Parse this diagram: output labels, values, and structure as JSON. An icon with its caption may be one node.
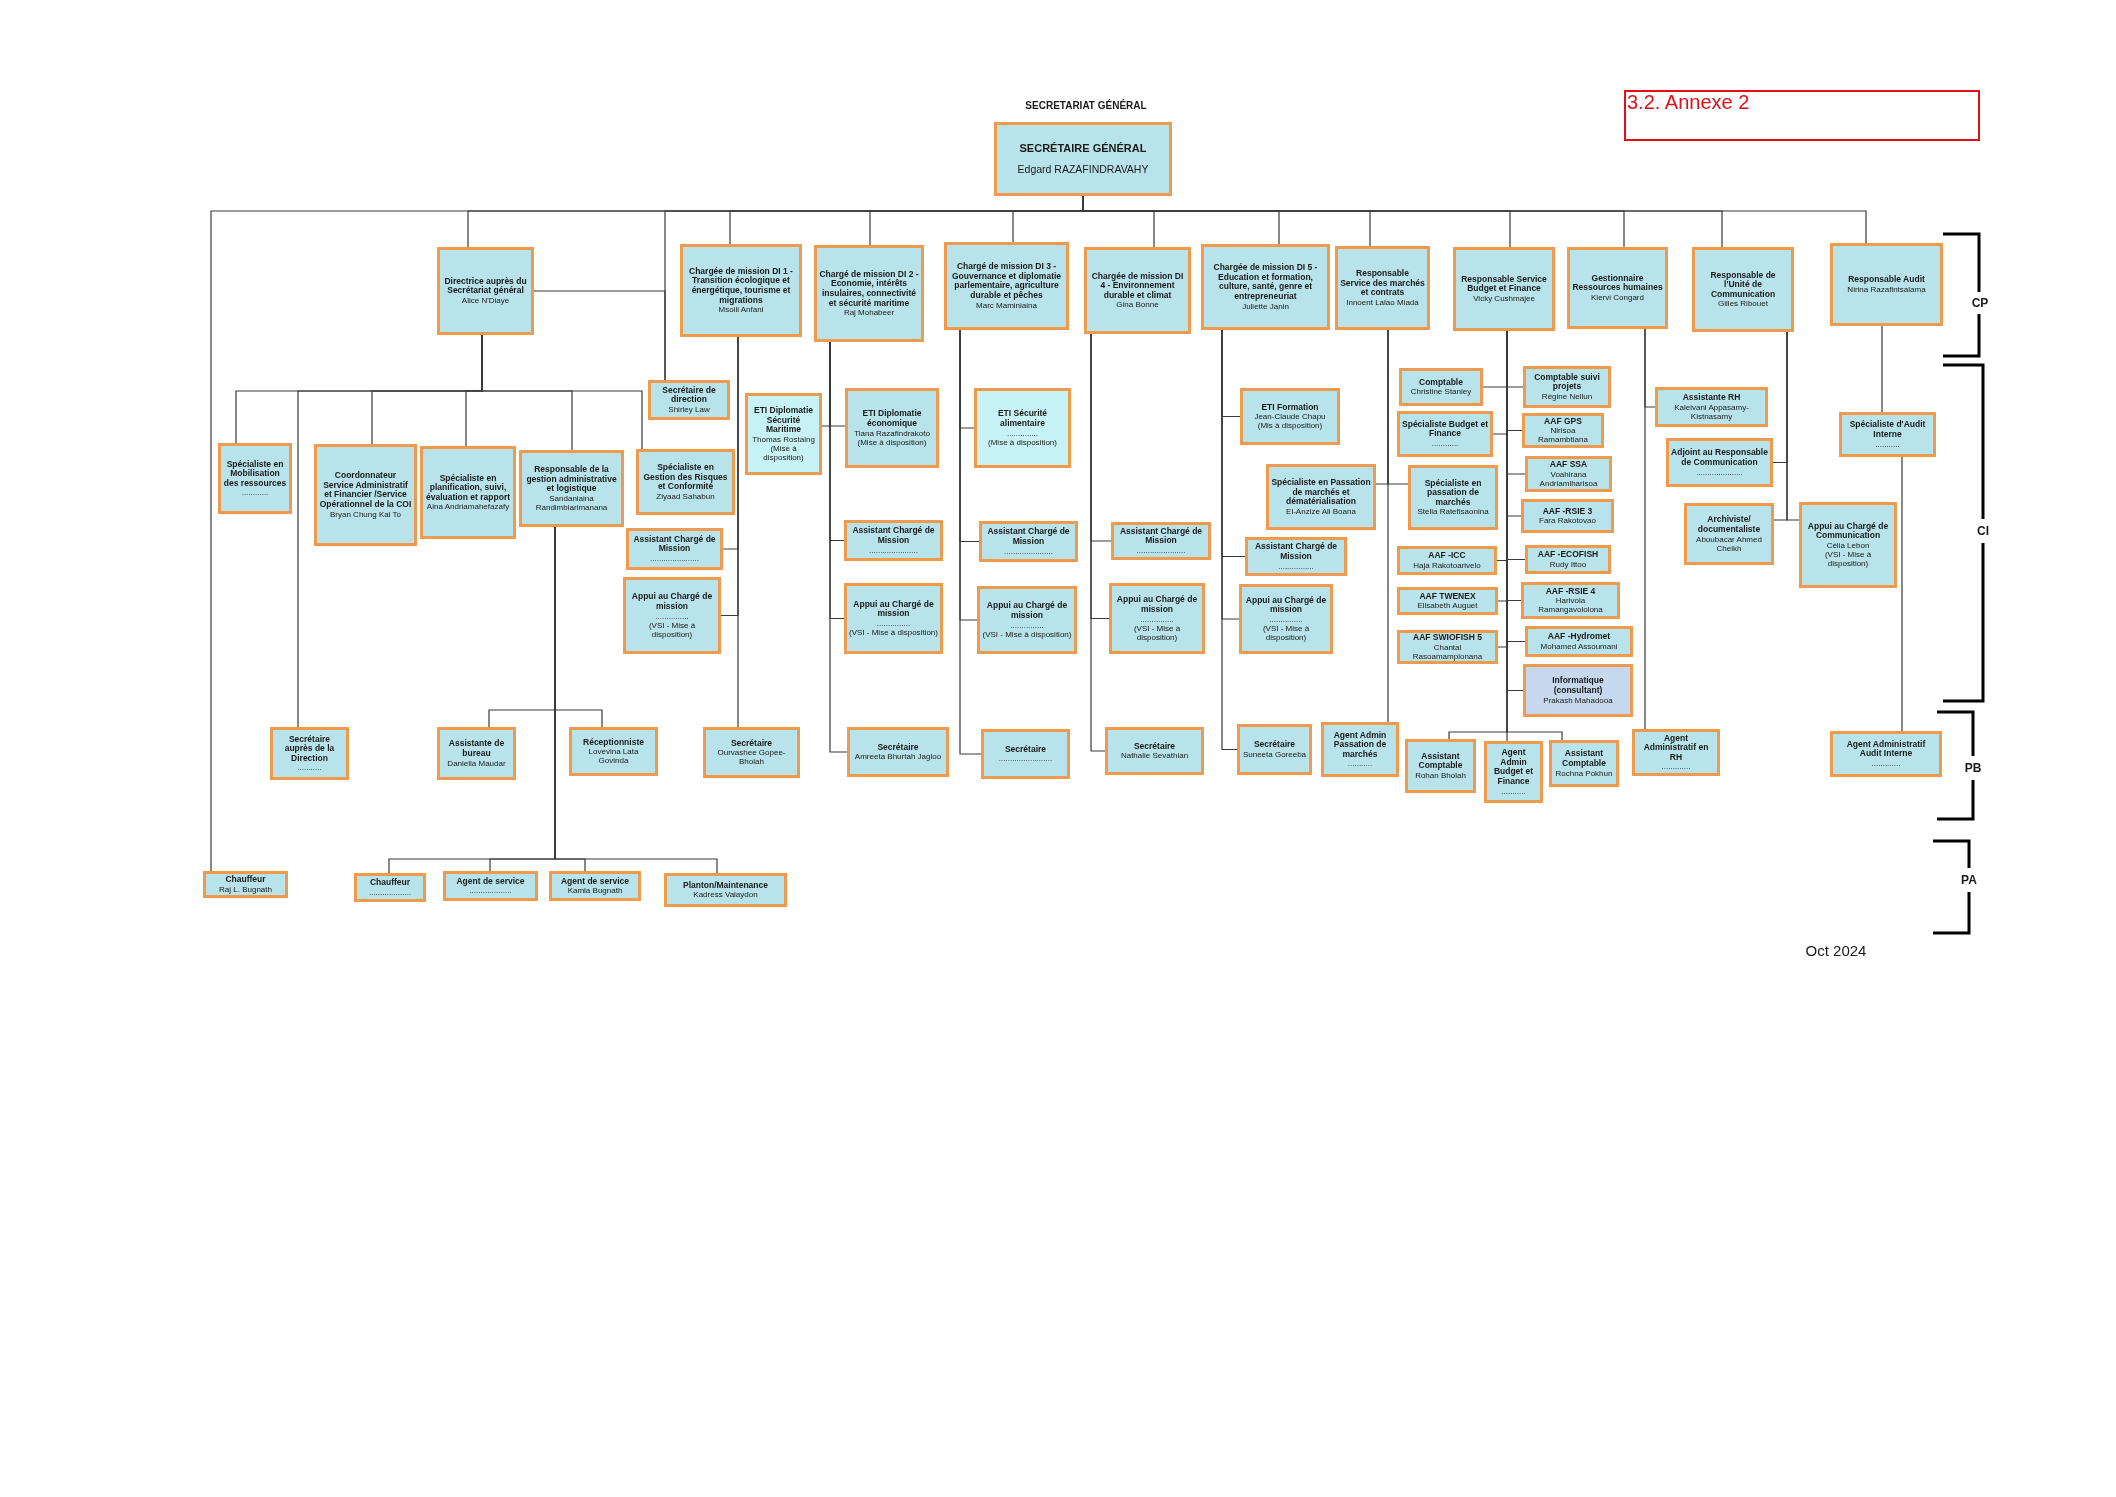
{
  "diagram": {
    "title": "SECRETARIAT GÉNÉRAL",
    "nodes": [
      {
        "text": [
          "3.2. Annexe 2"
        ]
      },
      {
        "text": [
          "SECRÉTAIRE GÉNÉRAL",
          "Edgard RAZAFINDRAVAHY"
        ]
      },
      {
        "text": [
          "Directrice auprès du Secrétariat général",
          "Alice N'Diaye"
        ]
      },
      {
        "text": [
          "Chargée de mission DI 1 -Transition écologique et énergétique, tourisme et migrations",
          "Msoili Anfani"
        ]
      },
      {
        "text": [
          "Chargé de mission DI 2 - Economie, intérêts insulaires, connectivité et sécurité maritime",
          "Raj Mohabeer"
        ]
      },
      {
        "text": [
          "Chargé de mission DI 3 - Gouvernance et diplomatie parlementaire, agriculture durable et pêches",
          "Marc Maminiaina"
        ]
      },
      {
        "text": [
          "Chargée de mission DI 4 - Environnement durable et climat",
          "Gina Bonne"
        ]
      },
      {
        "text": [
          "Chargée de mission DI 5 - Education et formation, culture, santé, genre et entrepreneuriat",
          "Juliette Janin"
        ]
      },
      {
        "text": [
          "Responsable Service des marchés et contrats",
          "Innoent Lalao Miada"
        ]
      },
      {
        "text": [
          "Responsable Service Budget et Finance",
          "Vicky Cushmajee"
        ]
      },
      {
        "text": [
          "Gestionnaire Ressources humaines",
          "Klervi Congard"
        ]
      },
      {
        "text": [
          "Responsable de l'Unité de Communication",
          "Gilles Ribouet"
        ]
      },
      {
        "text": [
          "Responsable Audit",
          "Nirina Razafintsalama"
        ]
      },
      {
        "text": [
          "Secrétaire de direction",
          "Shirley Law"
        ]
      },
      {
        "text": [
          "Spécialiste en Mobilisation des ressources",
          "............"
        ]
      },
      {
        "text": [
          "Coordonnateur Service Administratif et Financier /Service Opérationnel de la COI",
          "Bryan Chung Kai To"
        ]
      },
      {
        "text": [
          "Spécialiste en planification, suivi, évaluation et rapport",
          "Aina Andriamahefazafy"
        ]
      },
      {
        "text": [
          "Responsable de la gestion administrative et logistique",
          "Sandaniaina Randimbiarimanana"
        ]
      },
      {
        "text": [
          "Spécialiste en Gestion des Risques et Conformité",
          "Ziyaad Sahabun"
        ]
      },
      {
        "text": [
          "ETI Diplomatie Sécurité Maritime",
          "Thomas Rostaing",
          "(Mise à disposition)"
        ]
      },
      {
        "text": [
          "ETI Diplomatie économique",
          "Tiana Razafindrakoto",
          "(Mise à disposition)"
        ]
      },
      {
        "text": [
          "ETI Sécurité alimentaire",
          "..............",
          "(Mise à disposition)"
        ]
      },
      {
        "text": [
          "ETI Formation",
          "Jean-Claude Chapu",
          "(Mis à disposition)"
        ]
      },
      {
        "text": [
          "Spécialiste en Passation de marchés et dématérialisation",
          "El-Anzize Ali Boana"
        ]
      },
      {
        "text": [
          "Comptable",
          "Christine Stanley"
        ]
      },
      {
        "text": [
          "Comptable suivi projets",
          "Régine Nellun"
        ]
      },
      {
        "text": [
          "Spécialiste Budget et Finance",
          "............"
        ]
      },
      {
        "text": [
          "AAF GPS",
          "Nirisoa Ramambtiana"
        ]
      },
      {
        "text": [
          "Spécialiste en passation de marchés",
          "Stella Ratefisaonina"
        ]
      },
      {
        "text": [
          "AAF SSA",
          "Voahirana Andriamiharisoa"
        ]
      },
      {
        "text": [
          "AAF -RSIE 3",
          "Fara Rakotovao"
        ]
      },
      {
        "text": [
          "AAF -ICC",
          "Haja Rakotoarivelo"
        ]
      },
      {
        "text": [
          "AAF -ECOFISH",
          "Rudy Ittoo"
        ]
      },
      {
        "text": [
          "AAF TWENEX",
          "Elisabeth Auguet"
        ]
      },
      {
        "text": [
          "AAF -RSIE 4",
          "Harivola Ramangavololona"
        ]
      },
      {
        "text": [
          "AAF SWIOFISH 5",
          "Chantal Rasoamampionana"
        ]
      },
      {
        "text": [
          "AAF -Hydromet",
          "Mohamed Assoumani"
        ]
      },
      {
        "text": [
          "Informatique (consultant)",
          "Prakash Mahadooa"
        ]
      },
      {
        "text": [
          "Assistante RH",
          "Kaleivani Appasamy-Kistnasamy"
        ]
      },
      {
        "text": [
          "Adjoint au Responsable de Communication",
          "....................."
        ]
      },
      {
        "text": [
          "Spécialiste d'Audit Interne",
          "..........."
        ]
      },
      {
        "text": [
          "Archiviste/ documentaliste",
          "Aboubacar Ahmed Cheikh"
        ]
      },
      {
        "text": [
          "Appui au Chargé de Communication",
          "Célia Lebon",
          "(VSI - Mise à disposition)"
        ]
      },
      {
        "text": [
          "Assistant Chargé de Mission",
          "......................"
        ]
      },
      {
        "text": [
          "Assistant Chargé de Mission",
          "......................"
        ]
      },
      {
        "text": [
          "Assistant Chargé de Mission",
          "......................"
        ]
      },
      {
        "text": [
          "Assistant Chargé de Mission",
          "......................"
        ]
      },
      {
        "text": [
          "Assistant Chargé de Mission",
          "................"
        ]
      },
      {
        "text": [
          "Appui au Chargé de mission",
          "...............",
          "(VSI - Mise à disposition)"
        ]
      },
      {
        "text": [
          "Appui au Chargé de mission",
          "...............",
          "(VSI - Mise à disposition)"
        ]
      },
      {
        "text": [
          "Appui au Chargé de mission",
          "...............",
          "(VSI - Mise à disposition)"
        ]
      },
      {
        "text": [
          "Appui au Chargé de mission",
          "...............",
          "(VSI - Mise à disposition)"
        ]
      },
      {
        "text": [
          "Appui au Chargé de mission",
          "...............",
          "(VSI - Mise à disposition)"
        ]
      },
      {
        "text": [
          "Secrétaire auprès de la Direction",
          "..........."
        ]
      },
      {
        "text": [
          "Assistante de bureau",
          "Daniella Maudar"
        ]
      },
      {
        "text": [
          "Réceptionniste",
          "Lovevina Lata Govinda"
        ]
      },
      {
        "text": [
          "Secrétaire",
          "Ourvashee Gopee-Bholah"
        ]
      },
      {
        "text": [
          "Secrétaire",
          "Amreeta Bhurtah Jagloo"
        ]
      },
      {
        "text": [
          "Secrétaire",
          "........................"
        ]
      },
      {
        "text": [
          "Secrétaire",
          "Nathalie Sevathian"
        ]
      },
      {
        "text": [
          "Secrétaire",
          "Suneeta Goreeba"
        ]
      },
      {
        "text": [
          "Agent Admin Passation de marchés",
          "..........."
        ]
      },
      {
        "text": [
          "Assistant Comptable",
          "Rohan Bholah"
        ]
      },
      {
        "text": [
          "Agent Admin Budget et Finance",
          "..........."
        ]
      },
      {
        "text": [
          "Assistant Comptable",
          "Rochna Pokhun"
        ]
      },
      {
        "text": [
          "Agent Administratif en RH",
          "............."
        ]
      },
      {
        "text": [
          "Agent Administratif Audit Interne",
          "............."
        ]
      },
      {
        "text": [
          "Chauffeur",
          "Raj L. Bugnath"
        ]
      },
      {
        "text": [
          "Chauffeur",
          "..................."
        ]
      },
      {
        "text": [
          "Agent de service",
          "..................."
        ]
      },
      {
        "text": [
          "Agent de service",
          "Kamla Bugnath"
        ]
      },
      {
        "text": [
          "Planton/Maintenance",
          "Kadress Valaydon"
        ]
      }
    ],
    "edges": [
      {
        "from": 1,
        "to": 2,
        "arrow": "none"
      },
      {
        "from": 1,
        "to": 3,
        "arrow": "none"
      },
      {
        "from": 1,
        "to": 4,
        "arrow": "none"
      },
      {
        "from": 1,
        "to": 5,
        "arrow": "none"
      },
      {
        "from": 1,
        "to": 6,
        "arrow": "none"
      },
      {
        "from": 1,
        "to": 7,
        "arrow": "none"
      },
      {
        "from": 1,
        "to": 8,
        "arrow": "none"
      },
      {
        "from": 1,
        "to": 9,
        "arrow": "none"
      },
      {
        "from": 1,
        "to": 10,
        "arrow": "none"
      },
      {
        "from": 1,
        "to": 11,
        "arrow": "none"
      },
      {
        "from": 1,
        "to": 12,
        "arrow": "none"
      },
      {
        "from": 1,
        "to": 13,
        "arrow": "none"
      },
      {
        "from": 1,
        "to": 67,
        "arrow": "none"
      },
      {
        "from": 2,
        "to": 13,
        "arrow": "none"
      },
      {
        "from": 2,
        "to": 14,
        "arrow": "none"
      },
      {
        "from": 2,
        "to": 15,
        "arrow": "none"
      },
      {
        "from": 2,
        "to": 16,
        "arrow": "none"
      },
      {
        "from": 2,
        "to": 17,
        "arrow": "none"
      },
      {
        "from": 2,
        "to": 18,
        "arrow": "none"
      },
      {
        "from": 2,
        "to": 53,
        "arrow": "none"
      },
      {
        "from": 17,
        "to": 54,
        "arrow": "none"
      },
      {
        "from": 17,
        "to": 55,
        "arrow": "none"
      },
      {
        "from": 17,
        "to": 68,
        "arrow": "none"
      },
      {
        "from": 17,
        "to": 69,
        "arrow": "none"
      },
      {
        "from": 17,
        "to": 70,
        "arrow": "none"
      },
      {
        "from": 17,
        "to": 71,
        "arrow": "none"
      },
      {
        "from": 3,
        "to": 43,
        "arrow": "none"
      },
      {
        "from": 3,
        "to": 48,
        "arrow": "none"
      },
      {
        "from": 3,
        "to": 56,
        "arrow": "none"
      },
      {
        "from": 4,
        "to": 19,
        "arrow": "none"
      },
      {
        "from": 4,
        "to": 20,
        "arrow": "none"
      },
      {
        "from": 4,
        "to": 44,
        "arrow": "none"
      },
      {
        "from": 4,
        "to": 49,
        "arrow": "none"
      },
      {
        "from": 4,
        "to": 57,
        "arrow": "none"
      },
      {
        "from": 5,
        "to": 21,
        "arrow": "none"
      },
      {
        "from": 5,
        "to": 45,
        "arrow": "none"
      },
      {
        "from": 5,
        "to": 50,
        "arrow": "none"
      },
      {
        "from": 5,
        "to": 58,
        "arrow": "none"
      },
      {
        "from": 6,
        "to": 46,
        "arrow": "none"
      },
      {
        "from": 6,
        "to": 51,
        "arrow": "none"
      },
      {
        "from": 6,
        "to": 59,
        "arrow": "none"
      },
      {
        "from": 7,
        "to": 22,
        "arrow": "none"
      },
      {
        "from": 7,
        "to": 47,
        "arrow": "none"
      },
      {
        "from": 7,
        "to": 52,
        "arrow": "none"
      },
      {
        "from": 7,
        "to": 60,
        "arrow": "none"
      },
      {
        "from": 8,
        "to": 23,
        "arrow": "none"
      },
      {
        "from": 8,
        "to": 28,
        "arrow": "none"
      },
      {
        "from": 8,
        "to": 61,
        "arrow": "none"
      },
      {
        "from": 9,
        "to": 24,
        "arrow": "none"
      },
      {
        "from": 9,
        "to": 25,
        "arrow": "none"
      },
      {
        "from": 9,
        "to": 26,
        "arrow": "none"
      },
      {
        "from": 9,
        "to": 27,
        "arrow": "none"
      },
      {
        "from": 9,
        "to": 29,
        "arrow": "none"
      },
      {
        "from": 9,
        "to": 30,
        "arrow": "none"
      },
      {
        "from": 9,
        "to": 31,
        "arrow": "none"
      },
      {
        "from": 9,
        "to": 32,
        "arrow": "none"
      },
      {
        "from": 9,
        "to": 33,
        "arrow": "none"
      },
      {
        "from": 9,
        "to": 34,
        "arrow": "none"
      },
      {
        "from": 9,
        "to": 35,
        "arrow": "none"
      },
      {
        "from": 9,
        "to": 36,
        "arrow": "none"
      },
      {
        "from": 9,
        "to": 37,
        "arrow": "none"
      },
      {
        "from": 9,
        "to": 62,
        "arrow": "none"
      },
      {
        "from": 9,
        "to": 63,
        "arrow": "none"
      },
      {
        "from": 9,
        "to": 64,
        "arrow": "none"
      },
      {
        "from": 10,
        "to": 38,
        "arrow": "none"
      },
      {
        "from": 10,
        "to": 65,
        "arrow": "none"
      },
      {
        "from": 11,
        "to": 39,
        "arrow": "none"
      },
      {
        "from": 11,
        "to": 41,
        "arrow": "none"
      },
      {
        "from": 11,
        "to": 42,
        "arrow": "none"
      },
      {
        "from": 12,
        "to": 40,
        "arrow": "none"
      },
      {
        "from": 40,
        "to": 66,
        "arrow": "none"
      }
    ],
    "labels": [
      "CP",
      "CI",
      "PB",
      "PA",
      "Oct 2024"
    ]
  }
}
